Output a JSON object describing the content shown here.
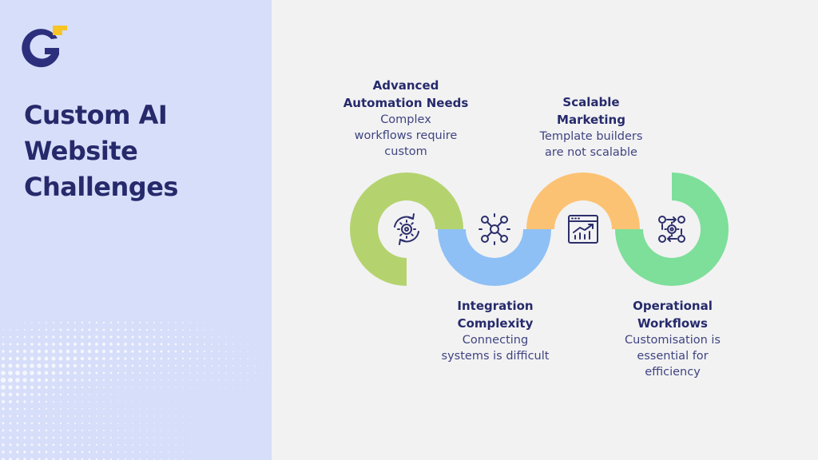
{
  "title": "Custom AI\nWebsite\nChallenges",
  "colors": {
    "left_panel_bg": "#d7defa",
    "title": "#262a6b",
    "logo_navy": "#2c2f7c",
    "logo_yellow": "#f7c525",
    "green": "#b4d36e",
    "blue": "#8ec0f5",
    "orange": "#fcc273",
    "mint": "#7ddf99"
  },
  "steps": [
    {
      "title": "Advanced\nAutomation Needs",
      "description": "Complex\nworkflows require\ncustom",
      "icon": "gear-cycle-icon",
      "color": "#b4d36e"
    },
    {
      "title": "Integration\nComplexity",
      "description": "Connecting\nsystems is difficult",
      "icon": "network-hub-icon",
      "color": "#8ec0f5"
    },
    {
      "title": "Scalable\nMarketing",
      "description": "Template builders\nare not scalable",
      "icon": "growth-chart-window-icon",
      "color": "#fcc273"
    },
    {
      "title": "Operational\nWorkflows",
      "description": "Customisation is\nessential for\nefficiency",
      "icon": "workflow-gear-icon",
      "color": "#7ddf99"
    }
  ]
}
